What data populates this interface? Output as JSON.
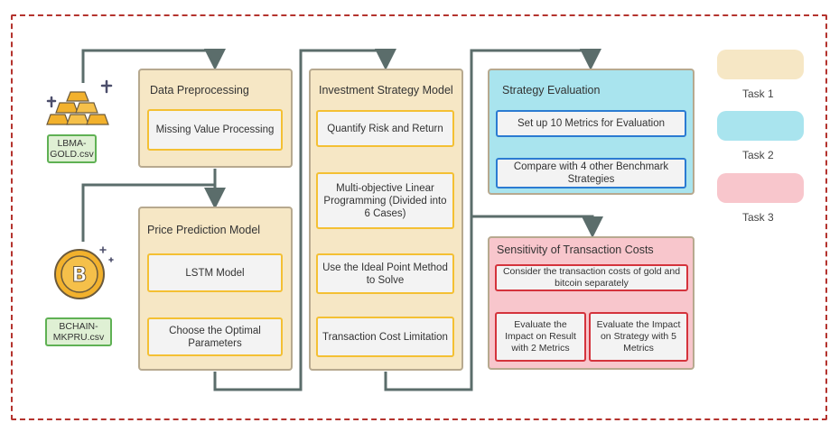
{
  "inputs": {
    "gold_file": "LBMA-GOLD.csv",
    "bitcoin_file": "BCHAIN-MKPRU.csv"
  },
  "panels": {
    "data_preprocessing": {
      "title": "Data Preprocessing",
      "steps": [
        "Missing Value Processing"
      ]
    },
    "price_prediction": {
      "title": "Price Prediction Model",
      "steps": [
        "LSTM Model",
        "Choose the Optimal Parameters"
      ]
    },
    "investment_strategy": {
      "title": "Investment Strategy Model",
      "steps": [
        "Quantify Risk and Return",
        "Multi-objective Linear Programming (Divided into 6 Cases)",
        "Use the Ideal Point Method to Solve",
        "Transaction Cost Limitation"
      ]
    },
    "strategy_evaluation": {
      "title": "Strategy Evaluation",
      "steps": [
        "Set up 10 Metrics for Evaluation",
        "Compare with 4 other Benchmark Strategies"
      ]
    },
    "sensitivity": {
      "title": "Sensitivity of Transaction Costs",
      "top": "Consider the transaction costs of gold and bitcoin separately",
      "left": "Evaluate the Impact on Result with 2 Metrics",
      "right": "Evaluate the Impact on Strategy with 5 Metrics"
    }
  },
  "legend": [
    {
      "label": "Task 1",
      "color": "#f6e7c5"
    },
    {
      "label": "Task 2",
      "color": "#a9e4ee"
    },
    {
      "label": "Task 3",
      "color": "#f8c6cc"
    }
  ],
  "colors": {
    "frame": "#b4332e",
    "connector": "#5b6d6b",
    "gold": "#f2b12c",
    "bitcoin": "#f2b12c"
  }
}
